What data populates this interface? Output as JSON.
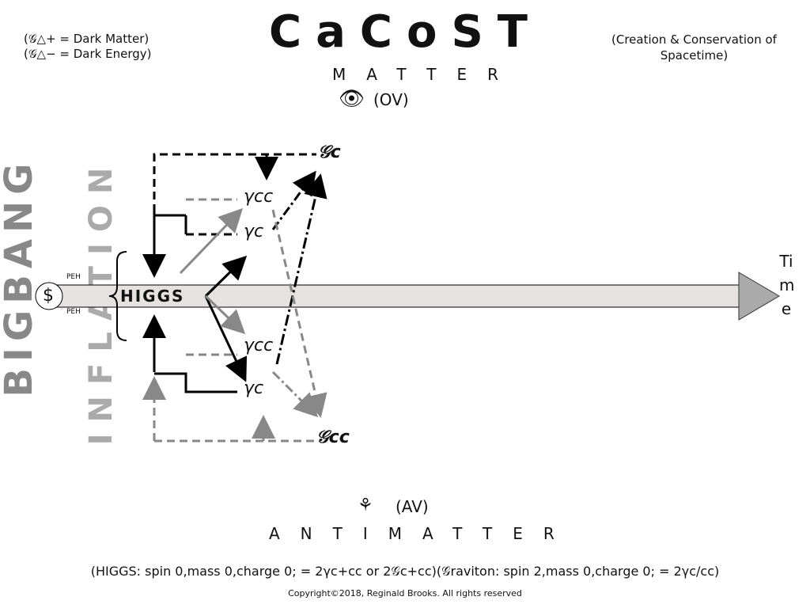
{
  "title": "CaCoST",
  "subtitle": "(Creation & Conservation of Spacetime)",
  "legend": [
    "(𝒢△+ = Dark Matter)",
    "(𝒢△− = Dark Energy)"
  ],
  "matter": {
    "label": "MATTER",
    "view": "(OV)"
  },
  "antimatter": {
    "label": "ANTIMATTER",
    "view": "(AV)"
  },
  "vertical_labels": {
    "big_bang": "BIGBANG",
    "inflation": "INFLATION"
  },
  "time_label": "Time",
  "nodes": {
    "singularity": "$",
    "peh_top": "PEH",
    "peh_bottom": "PEH",
    "higgs": "HIGGS",
    "gamma_cc_top": "γcc",
    "gamma_c_top": "γc",
    "gamma_cc_bottom": "γcc",
    "gamma_c_bottom": "γc",
    "graviton_c": "𝒢c",
    "graviton_cc": "𝒢cc"
  },
  "colors": {
    "arrow_dark": "#000000",
    "arrow_gray": "#888888",
    "time_bar": "#e6e2e2",
    "time_head": "#aaaaaa"
  },
  "footer": "(HIGGS: spin 0,mass 0,charge 0; = 2γc+cc or 2𝒢c+cc)(𝒢raviton: spin 2,mass 0,charge 0; = 2γc/cc)",
  "copyright": "Copyright©2018, Reginald Brooks. All rights reserved"
}
